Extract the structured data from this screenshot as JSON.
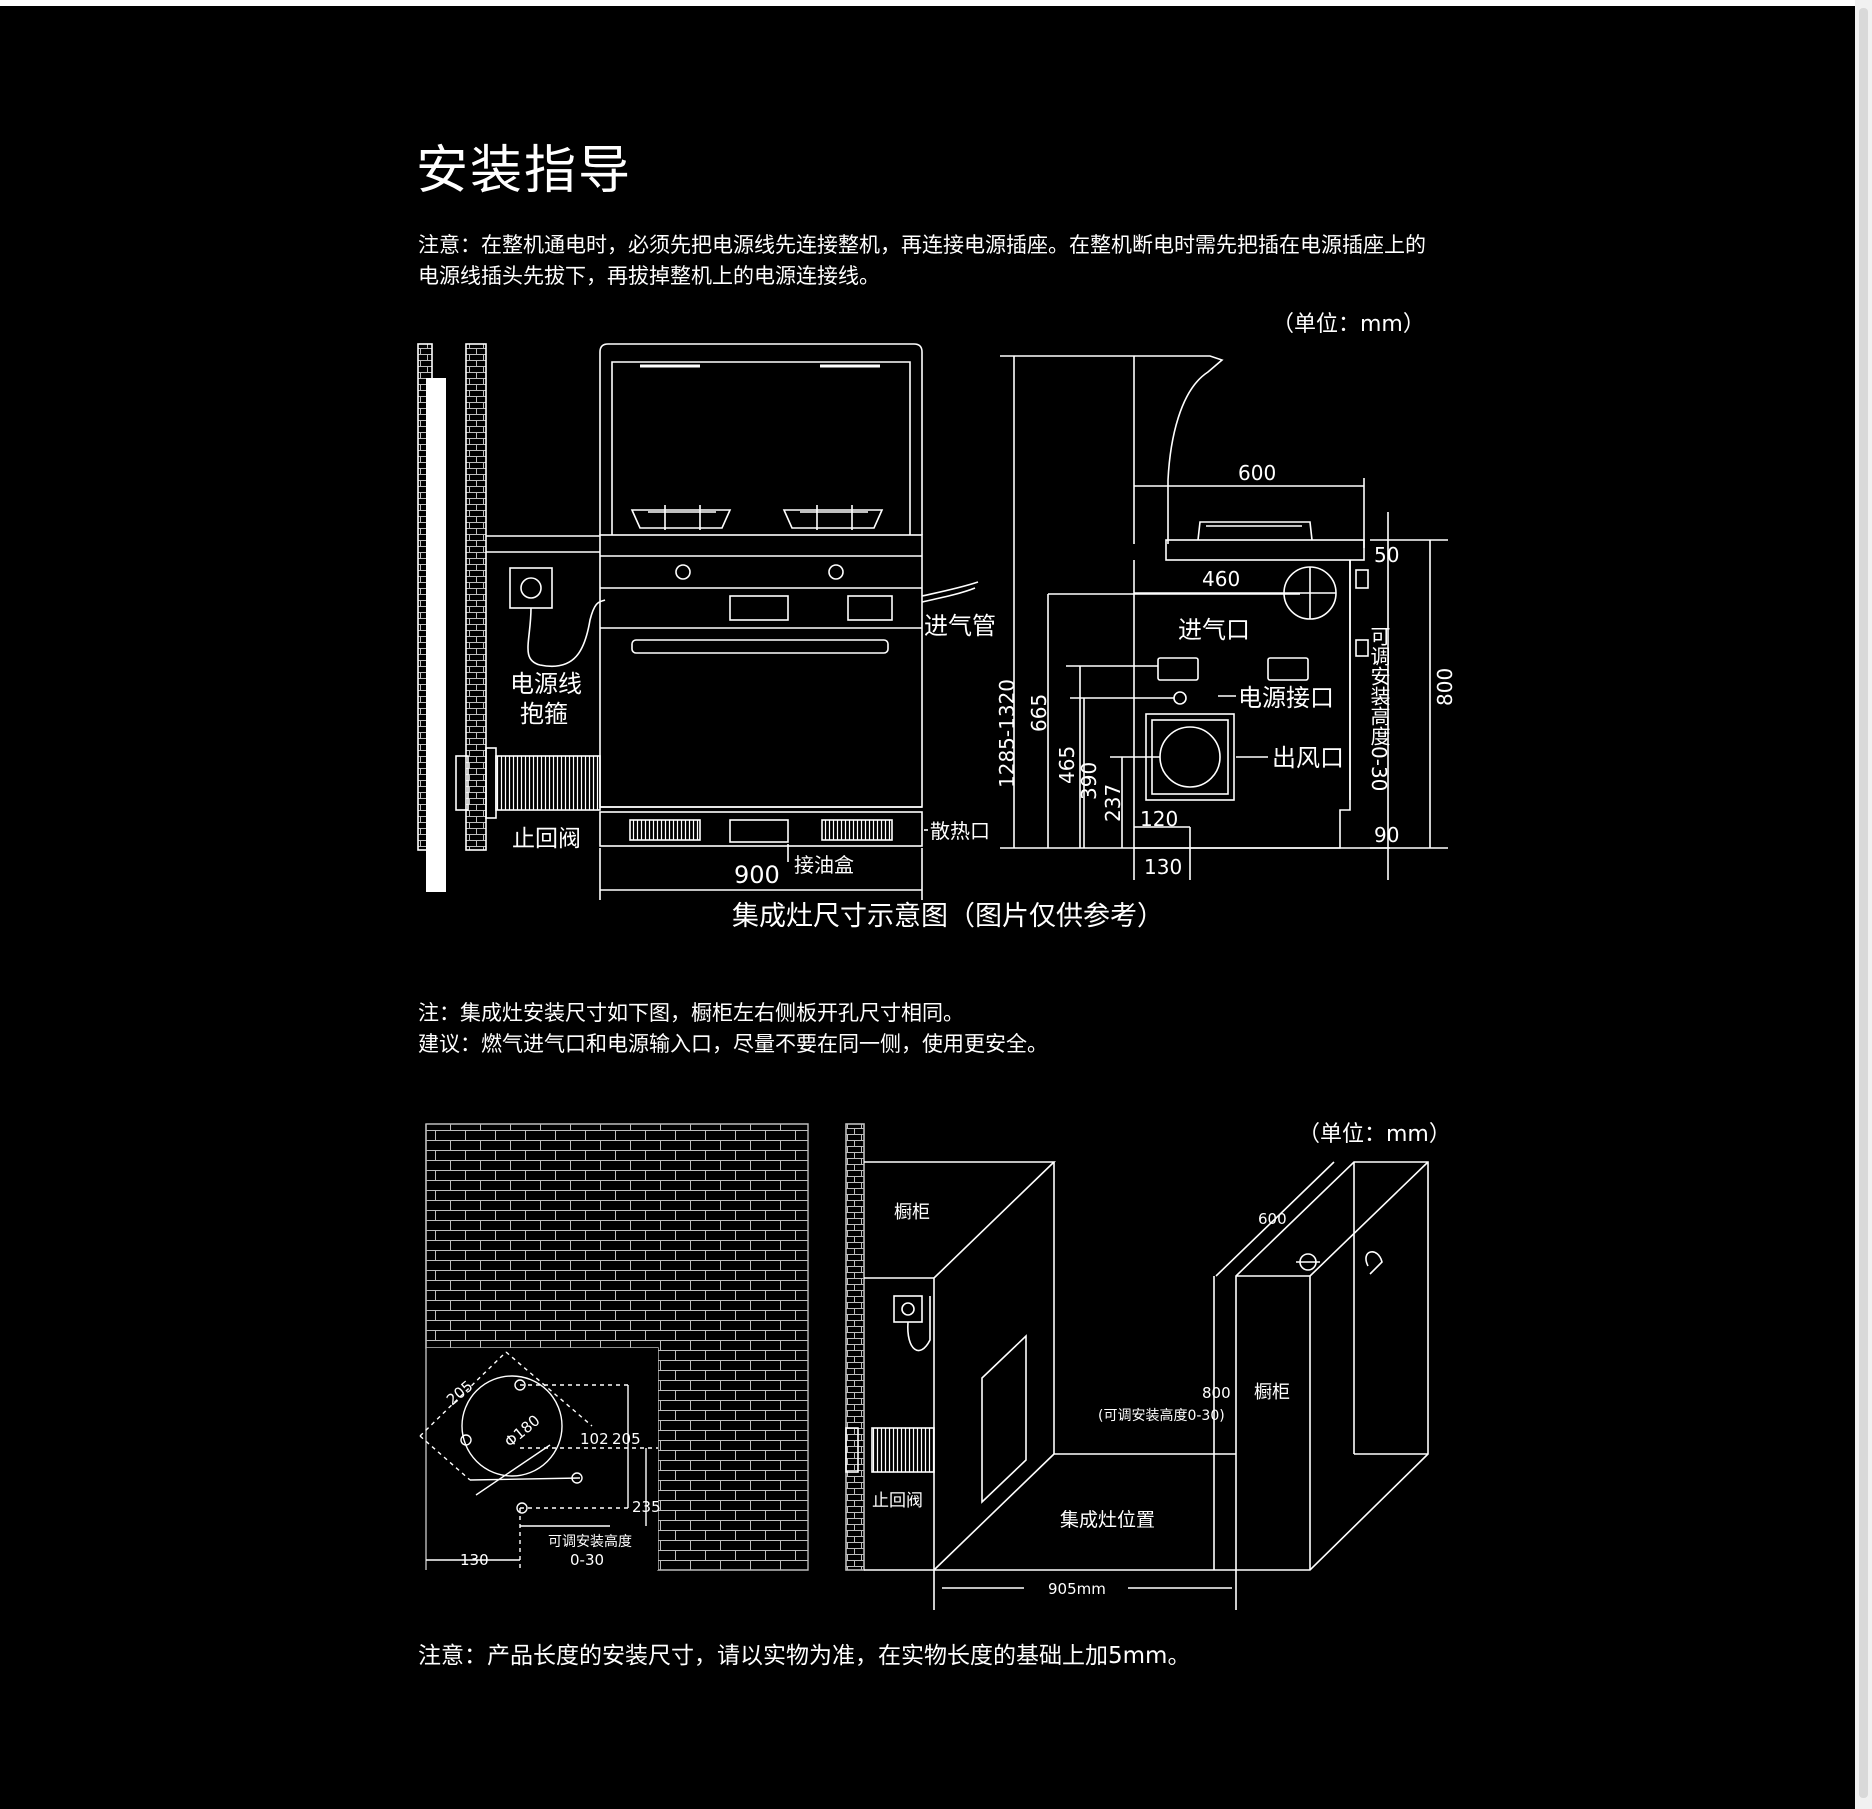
{
  "page": {
    "title": "安装指导",
    "note1_line1": "注意：在整机通电时，必须先把电源线先连接整机，再连接电源插座。在整机断电时需先把插在电源插座上的",
    "note1_line2": "电源线插头先拔下，再拔掉整机上的电源连接线。",
    "unit_label": "（单位：mm）",
    "note2_line1": "注：集成灶安装尺寸如下图，橱柜左右侧板开孔尺寸相同。",
    "note2_line2": "建议：燃气进气口和电源输入口，尽量不要在同一侧，使用更安全。",
    "note3": "注意：产品长度的安装尺寸，请以实物为准，在实物长度的基础上加5mm。"
  },
  "diagram1": {
    "caption": "集成灶尺寸示意图（图片仅供参考）",
    "labels": {
      "power_cord": "电源线",
      "clamp": "抱箍",
      "check_valve": "止回阀",
      "gas_pipe": "进气管",
      "heat_vent": "散热口",
      "oil_box": "接油盒",
      "gas_inlet": "进气口",
      "power_port": "电源接口",
      "air_outlet": "出风口",
      "adjustable_height": "可调安装高度0-30"
    },
    "dimensions": {
      "width_front": "900",
      "depth_top": "600",
      "top_50": "50",
      "d_460": "460",
      "height_range": "1285-1320",
      "h_665": "665",
      "h_465": "465",
      "h_390": "390",
      "h_237": "237",
      "w_120": "120",
      "w_130": "130",
      "h_800": "800",
      "h_90": "90"
    }
  },
  "diagram2": {
    "labels": {
      "cabinet_left": "橱柜",
      "cabinet_right": "橱柜",
      "check_valve": "止回阀",
      "stove_position": "集成灶位置",
      "adjustable_small": "可调安装高度",
      "adjustable_range": "0-30",
      "adjustable_paren": "(可调安装高度0-30)"
    },
    "dimensions": {
      "d_205_diag": "205",
      "phi_180": "Φ180",
      "d_102": "102",
      "d_205": "205",
      "d_235": "235",
      "d_130": "130",
      "d_600": "600",
      "h_800": "800",
      "w_905": "905mm"
    }
  }
}
